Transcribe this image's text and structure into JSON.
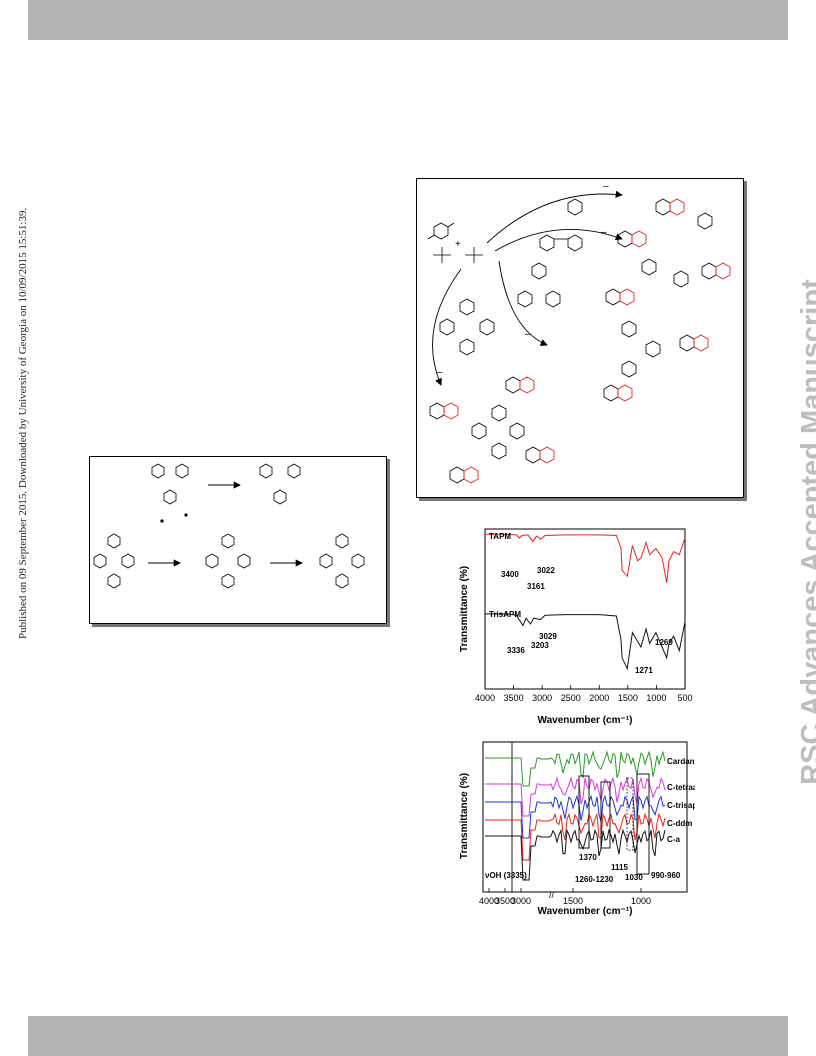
{
  "page": {
    "side_note": "Published on 09 September 2015. Downloaded by University of Georgia on 10/09/2015 15:51:39.",
    "watermark": "RSC Advances Accepted Manuscript"
  },
  "scheme_main": {
    "plus": "+",
    "minus_labels": [
      "–",
      "–",
      "–",
      "–"
    ]
  },
  "chart_data": [
    {
      "type": "line",
      "xlabel": "Wavenumber (cm⁻¹)",
      "ylabel": "Transmittance (%)",
      "xlim": [
        4000,
        500
      ],
      "xticks": [
        4000,
        3500,
        3000,
        2500,
        2000,
        1500,
        1000,
        500
      ],
      "grid": false,
      "series": [
        {
          "name": "TAPM",
          "color": "#e8231f",
          "x": [
            4000,
            3600,
            3450,
            3400,
            3350,
            3250,
            3161,
            3100,
            3022,
            2950,
            2600,
            2000,
            1700,
            1620,
            1600,
            1510,
            1420,
            1330,
            1269,
            1180,
            1120,
            1010,
            900,
            820,
            780,
            700,
            600,
            500
          ],
          "y": [
            0.98,
            0.98,
            0.97,
            0.92,
            0.96,
            0.97,
            0.86,
            0.95,
            0.9,
            0.96,
            0.97,
            0.97,
            0.96,
            0.75,
            0.4,
            0.3,
            0.8,
            0.55,
            0.6,
            0.85,
            0.65,
            0.75,
            0.6,
            0.2,
            0.55,
            0.7,
            0.65,
            0.92
          ]
        },
        {
          "name": "TrisAPM",
          "color": "#111111",
          "x": [
            4000,
            3600,
            3450,
            3336,
            3280,
            3203,
            3150,
            3029,
            2950,
            2600,
            2000,
            1700,
            1620,
            1600,
            1510,
            1420,
            1271,
            1180,
            1120,
            1010,
            900,
            820,
            780,
            700,
            600,
            500
          ],
          "y": [
            0.96,
            0.96,
            0.94,
            0.8,
            0.9,
            0.82,
            0.9,
            0.88,
            0.94,
            0.95,
            0.95,
            0.93,
            0.6,
            0.35,
            0.2,
            0.7,
            0.5,
            0.75,
            0.55,
            0.7,
            0.5,
            0.35,
            0.55,
            0.65,
            0.45,
            0.85
          ]
        }
      ],
      "annotations": [
        "3400",
        "3022",
        "3161",
        "1269",
        "3336",
        "3203",
        "3029",
        "1271"
      ]
    },
    {
      "type": "line",
      "xlabel": "Wavenumber (cm⁻¹)",
      "ylabel": "Transmittance (%)",
      "xticks": [
        "4000",
        "3500",
        "3000",
        "1500",
        "1000"
      ],
      "axis_break": "//",
      "grid": false,
      "series": [
        {
          "name": "Cardanol",
          "color": "#2a9a2a"
        },
        {
          "name": "C-tetraapm",
          "color": "#d63ad6"
        },
        {
          "name": "C-trisapm",
          "color": "#2233cc"
        },
        {
          "name": "C-ddm",
          "color": "#e8231f"
        },
        {
          "name": "C-a",
          "color": "#111111"
        }
      ],
      "annotations": [
        "νOH (3335)",
        "1370",
        "1260-1230",
        "1115",
        "1030",
        "990-960"
      ]
    }
  ]
}
